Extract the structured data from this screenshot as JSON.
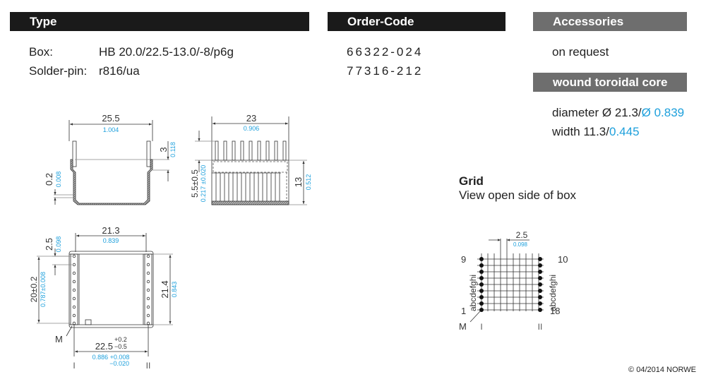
{
  "colors": {
    "accent": "#1ea0dc",
    "header_dark": "#1a1a1a",
    "header_gray": "#6e6e6e"
  },
  "type_section": {
    "title": "Type",
    "box_label": "Box:",
    "box_value": "HB 20.0/22.5-13.0/-8/p6g",
    "pin_label": "Solder-pin:",
    "pin_value": "r816/ua"
  },
  "order_section": {
    "title": "Order-Code",
    "codes": [
      "66322-024",
      "77316-212"
    ]
  },
  "accessories_section": {
    "title": "Accessories",
    "value": "on request"
  },
  "core_section": {
    "title": "wound toroidal core",
    "diameter_label": "diameter",
    "diameter_mm": "Ø 21.3/",
    "diameter_in": "Ø 0.839",
    "width_label": "width",
    "width_mm": "11.3/",
    "width_in": "0.445"
  },
  "drawing_front": {
    "width_mm": "25.5",
    "width_in": "1.004",
    "pin_mm": "3",
    "pin_in": "0.118",
    "wall_mm": "0.2",
    "wall_in": "0.008"
  },
  "drawing_side": {
    "width_mm": "23",
    "width_in": "0.906",
    "pin_len_mm": "5.5±0.5",
    "pin_len_in": "0.217 ±0.020",
    "height_mm": "13",
    "height_in": "0.512"
  },
  "drawing_bottom": {
    "inner_w_mm": "21.3",
    "inner_w_in": "0.839",
    "pitch_mm": "2.5",
    "pitch_in": "0.098",
    "rows_mm": "20±0.2",
    "rows_in": "0.787±0.008",
    "height_mm": "21.4",
    "height_in": "0.843",
    "span_mm": "22.5",
    "span_tol_plus": "+0.2",
    "span_tol_minus": "−0.5",
    "span_in": "0.886 +0.008",
    "span_in_minus": "−0.020",
    "mark": "M",
    "side_1": "I",
    "side_2": "II"
  },
  "grid": {
    "title": "Grid",
    "subtitle": "View open side of box",
    "pitch_mm": "2.5",
    "pitch_in": "0.098",
    "pin_top_left": "9",
    "pin_bottom_left": "1",
    "pin_top_right": "10",
    "pin_bottom_right": "18",
    "row_letters": "abcdefghi",
    "mark": "M",
    "side_1": "I",
    "side_2": "II"
  },
  "footer": {
    "copyright": "© 04/2014 NORWE"
  }
}
